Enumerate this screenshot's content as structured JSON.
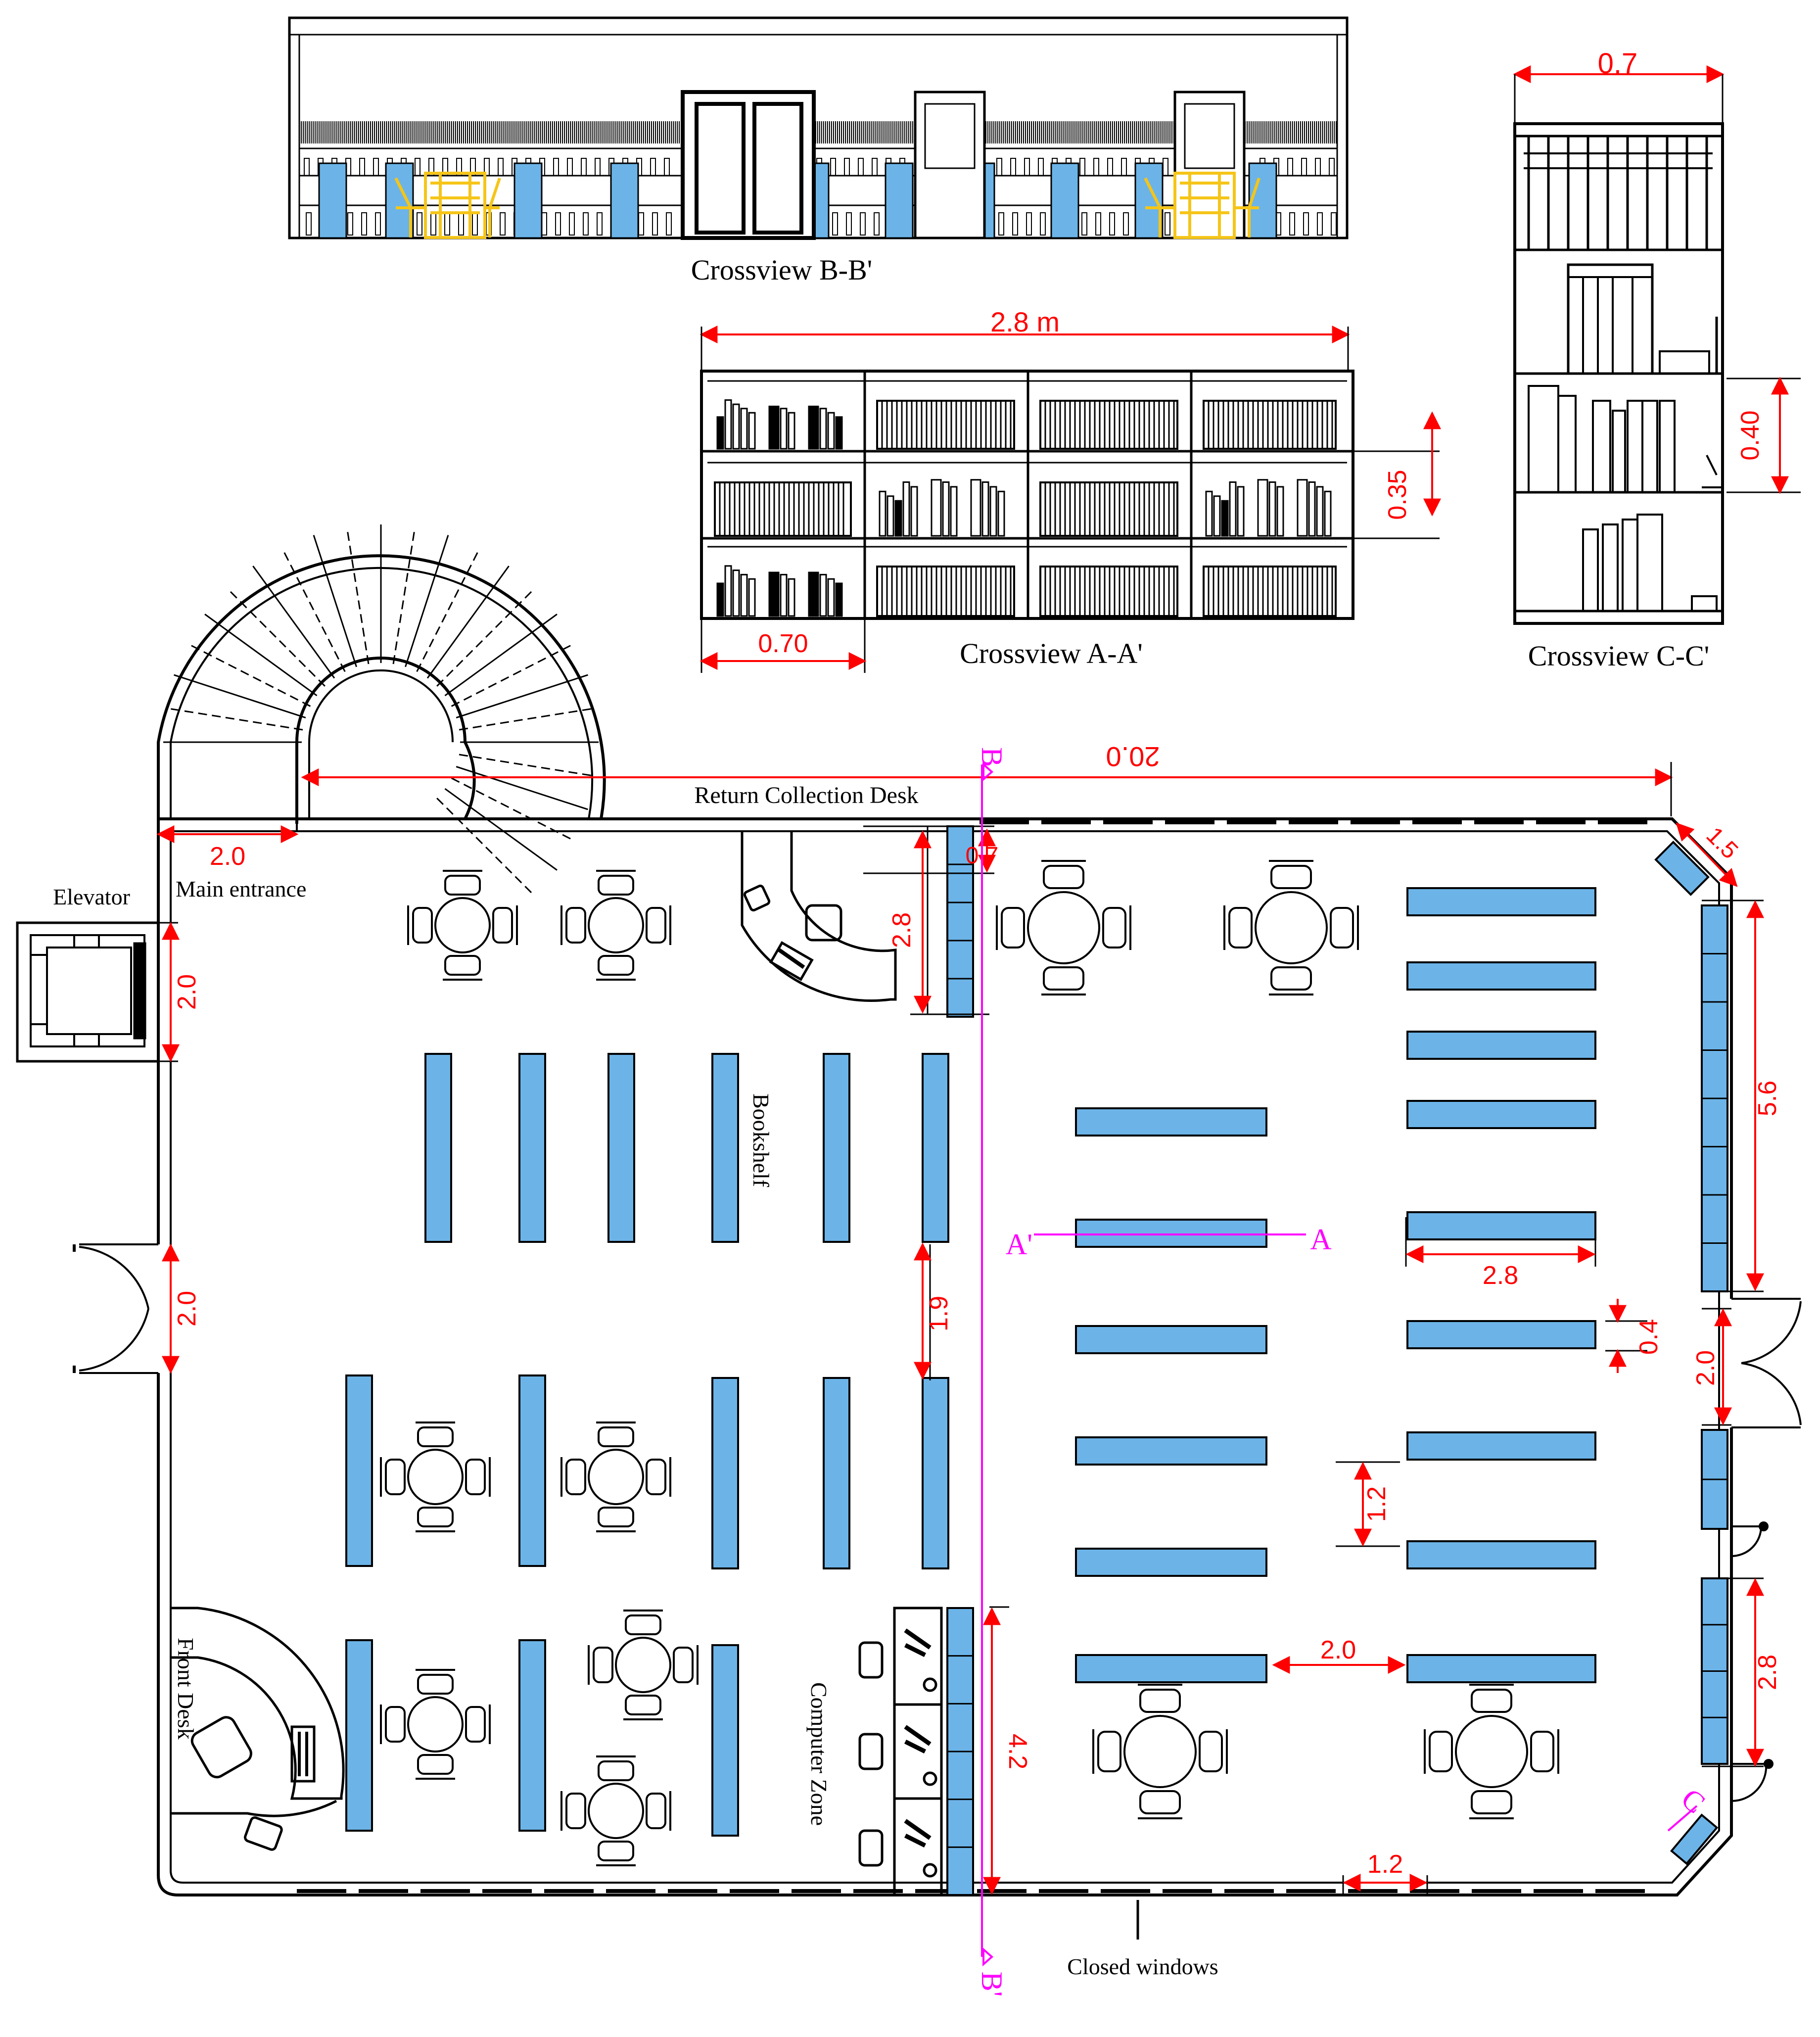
{
  "labels": {
    "crossview_bb": "Crossview B-B'",
    "crossview_aa": "Crossview A-A'",
    "crossview_cc": "Crossview C-C'",
    "return_desk": "Return Collection Desk",
    "elevator": "Elevator",
    "main_entrance": "Main entrance",
    "bookshelf": "Bookshelf",
    "front_desk": "Front Desk",
    "computer_zone": "Computer Zone",
    "closed_windows": "Closed windows"
  },
  "dimensions": {
    "aa_width": "2.8 m",
    "aa_shelf_width": "0.70",
    "aa_shelf_height": "0.35",
    "cc_width": "0.7",
    "cc_shelf_height": "0.40",
    "room_length": "20.0",
    "stair_width": "2.0",
    "return_desk_depth": "0.7",
    "return_shelf": "2.8",
    "elevator_width": "2.0",
    "left_door": "2.0",
    "right_wall_top": "5.6",
    "corner_top": "1.5",
    "aisle": "1.9",
    "shelf_length": "2.8",
    "shelf_depth": "0.4",
    "right_door": "2.0",
    "shelf_gap": "1.2",
    "right_wall_bottom": "2.8",
    "shelf_between": "2.0",
    "computer_shelf": "4.2",
    "window_width": "1.2"
  },
  "section_marks": {
    "b_top": "B",
    "b_bottom": "B'",
    "a_left": "A'",
    "a_right": "A",
    "c_mark": "C"
  },
  "colors": {
    "shelf_fill": "#6cb4e8",
    "dimension": "#ff0000",
    "section": "#ff00ff",
    "chair_yellow": "#f5c518",
    "line": "#000000"
  }
}
